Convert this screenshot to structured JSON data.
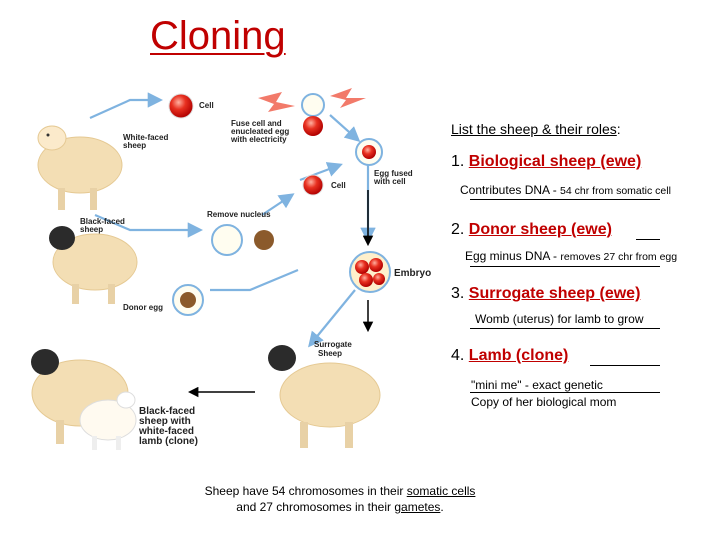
{
  "title": "Cloning",
  "diagram": {
    "cell": "Cell",
    "fuse_line1": "Fuse cell and",
    "fuse_line2": "enucleated egg",
    "fuse_line3": "with electricity",
    "white_faced_line1": "White-faced",
    "white_faced_line2": "sheep",
    "egg_fused_line1": "Egg fused",
    "egg_fused_line2": "with cell",
    "cell2": "Cell",
    "black_faced_line1": "Black-faced",
    "black_faced_line2": "sheep",
    "remove_nucleus": "Remove nucleus",
    "embryo": "Embryo",
    "donor_egg": "Donor egg",
    "surrogate_line1": "Surrogate",
    "surrogate_line2": "Sheep",
    "clone_line1": "Black-faced",
    "clone_line2": "sheep with",
    "clone_line3": "white-faced",
    "clone_line4": "lamb (clone)"
  },
  "roles": {
    "heading_main": "List the sheep & their roles",
    "heading_colon": ":",
    "items": [
      {
        "number": "1.",
        "role": "Biological sheep (ewe)",
        "note": "Contributes DNA - ",
        "note_small": "54 chr from somatic cell"
      },
      {
        "number": "2.",
        "role": "Donor sheep (ewe)",
        "note": "Egg minus DNA - ",
        "note_small": "removes 27 chr from egg"
      },
      {
        "number": "3.",
        "role": "Surrogate sheep (ewe)",
        "note": "Womb (uterus) for lamb to grow",
        "note_small": ""
      },
      {
        "number": "4.",
        "role": "Lamb (clone)",
        "note": "\"mini me\" - exact genetic",
        "note_small": "",
        "note2": "Copy of her biological mom"
      }
    ]
  },
  "footer": {
    "line1_pre": "Sheep have 54 chromosomes in their ",
    "line1_term": "somatic cells",
    "line2_pre": "and 27 chromosomes in their ",
    "line2_term": "gametes",
    "line2_post": "."
  },
  "colors": {
    "title": "#c00000",
    "role": "#c00000",
    "arrow": "#7fb3e0",
    "cell_red": "#e02020",
    "nucleus_brown": "#8b5a2b",
    "sheep_body": "#f3deb4",
    "sheep_face_black": "#2b2b2b"
  }
}
